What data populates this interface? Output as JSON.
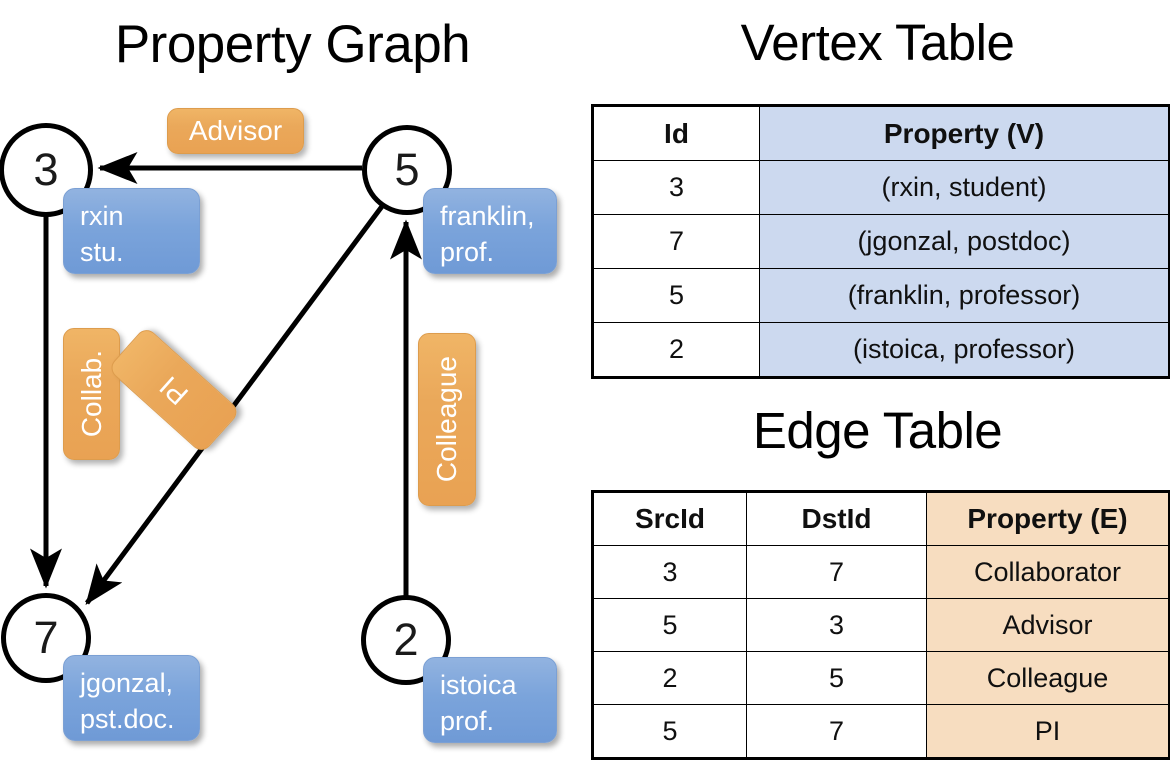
{
  "titles": {
    "property_graph": "Property Graph",
    "vertex_table": "Vertex Table",
    "edge_table": "Edge Table"
  },
  "graph": {
    "nodes": [
      {
        "id": "3",
        "property_lines": [
          "rxin",
          "stu."
        ]
      },
      {
        "id": "5",
        "property_lines": [
          "franklin,",
          "prof."
        ]
      },
      {
        "id": "7",
        "property_lines": [
          "jgonzal,",
          "pst.doc."
        ]
      },
      {
        "id": "2",
        "property_lines": [
          "istoica",
          "prof."
        ]
      }
    ],
    "edge_labels": [
      {
        "name": "advisor",
        "text": "Advisor"
      },
      {
        "name": "collab",
        "text": "Collab."
      },
      {
        "name": "pi",
        "text": "PI"
      },
      {
        "name": "colleague",
        "text": "Colleague"
      }
    ],
    "edges": [
      {
        "src": "5",
        "dst": "3",
        "label": "Advisor"
      },
      {
        "src": "3",
        "dst": "7",
        "label": "Collab."
      },
      {
        "src": "5",
        "dst": "7",
        "label": "PI"
      },
      {
        "src": "2",
        "dst": "5",
        "label": "Colleague"
      }
    ]
  },
  "vertex_table": {
    "headers": [
      "Id",
      "Property (V)"
    ],
    "rows": [
      {
        "id": "3",
        "property": "(rxin, student)"
      },
      {
        "id": "7",
        "property": "(jgonzal, postdoc)"
      },
      {
        "id": "5",
        "property": "(franklin, professor)"
      },
      {
        "id": "2",
        "property": "(istoica, professor)"
      }
    ]
  },
  "edge_table": {
    "headers": [
      "SrcId",
      "DstId",
      "Property (E)"
    ],
    "rows": [
      {
        "src": "3",
        "dst": "7",
        "property": "Collaborator"
      },
      {
        "src": "5",
        "dst": "3",
        "property": "Advisor"
      },
      {
        "src": "2",
        "dst": "5",
        "property": "Colleague"
      },
      {
        "src": "5",
        "dst": "7",
        "property": "PI"
      }
    ]
  },
  "colors": {
    "vertex_property_fill": "#ccd9ef",
    "edge_property_fill": "#f7ddc0",
    "node_box_blue": "#7ba4db",
    "edge_box_orange": "#eaa85a",
    "background": "#ffffff",
    "stroke": "#000000"
  }
}
